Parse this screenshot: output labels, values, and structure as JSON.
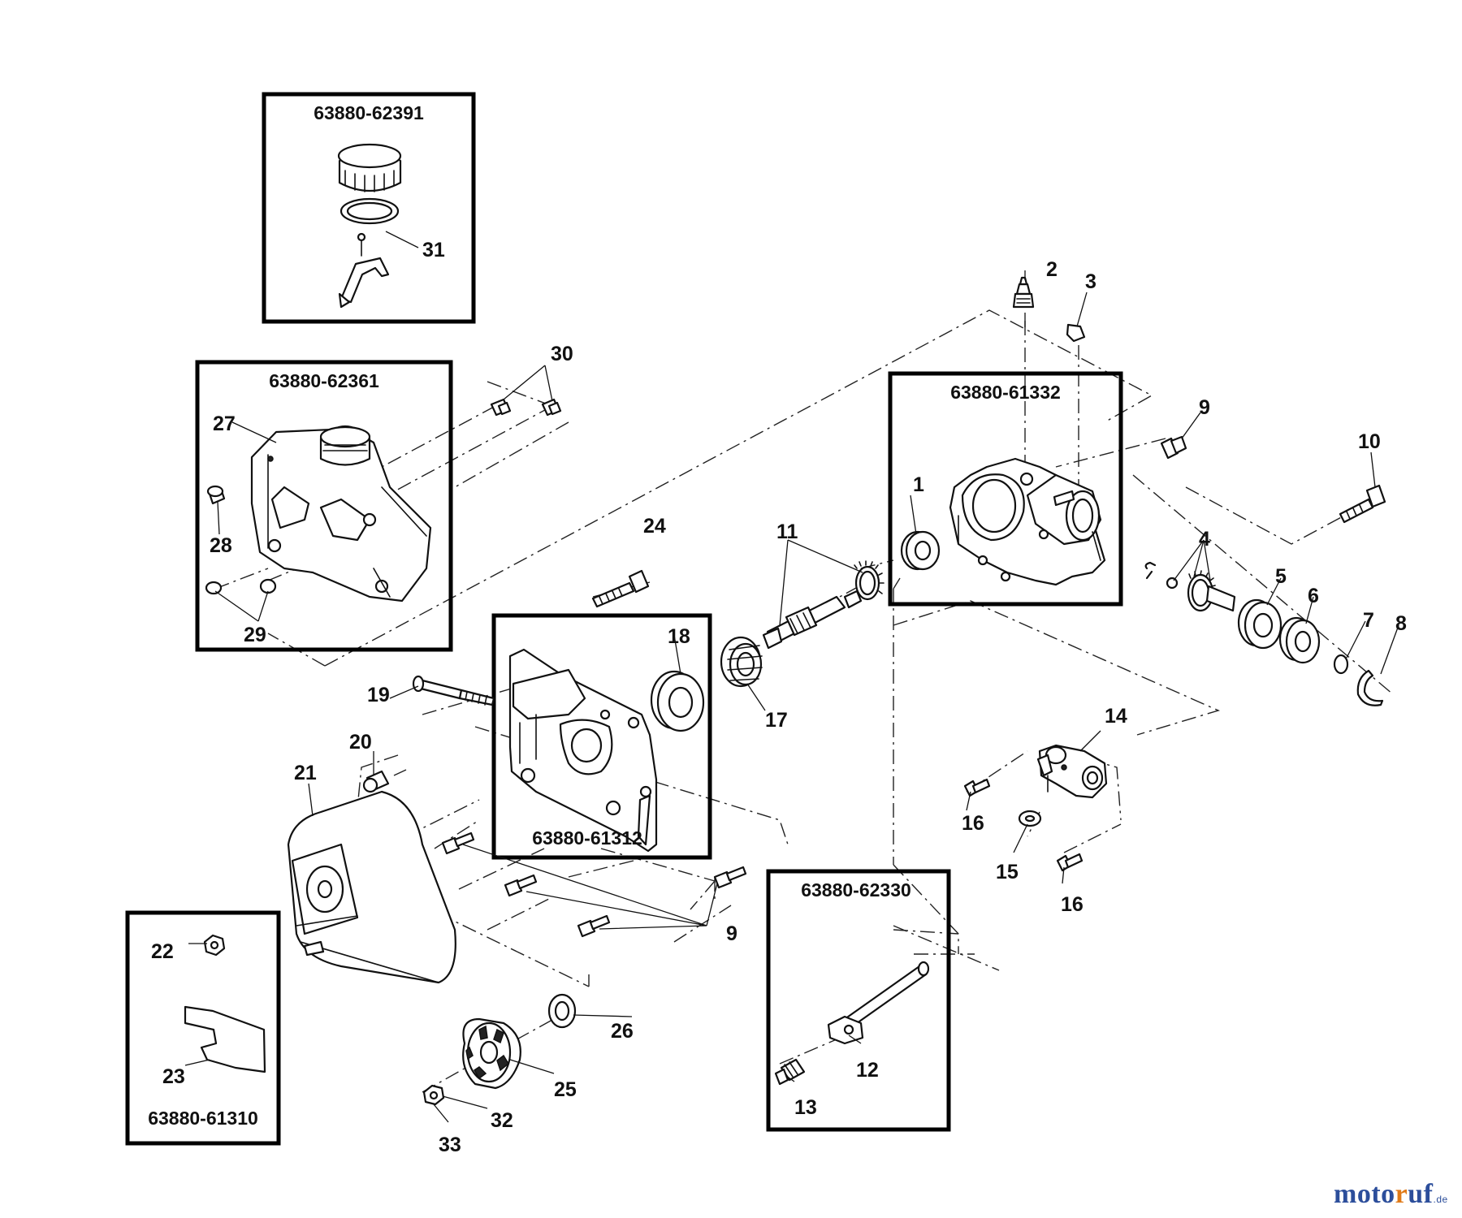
{
  "kits": [
    {
      "id": "kit-62391",
      "code": "63880-62391"
    },
    {
      "id": "kit-62361",
      "code": "63880-62361"
    },
    {
      "id": "kit-61332",
      "code": "63880-61332"
    },
    {
      "id": "kit-61312",
      "code": "63880-61312"
    },
    {
      "id": "kit-62330",
      "code": "63880-62330"
    },
    {
      "id": "kit-61310",
      "code": "63880-61310"
    }
  ],
  "callouts": [
    {
      "id": "c1",
      "num": "1"
    },
    {
      "id": "c2",
      "num": "2"
    },
    {
      "id": "c3",
      "num": "3"
    },
    {
      "id": "c4",
      "num": "4"
    },
    {
      "id": "c5",
      "num": "5"
    },
    {
      "id": "c6",
      "num": "6"
    },
    {
      "id": "c7",
      "num": "7"
    },
    {
      "id": "c8",
      "num": "8"
    },
    {
      "id": "c9a",
      "num": "9"
    },
    {
      "id": "c9b",
      "num": "9"
    },
    {
      "id": "c10",
      "num": "10"
    },
    {
      "id": "c11",
      "num": "11"
    },
    {
      "id": "c12",
      "num": "12"
    },
    {
      "id": "c13",
      "num": "13"
    },
    {
      "id": "c14",
      "num": "14"
    },
    {
      "id": "c15",
      "num": "15"
    },
    {
      "id": "c16a",
      "num": "16"
    },
    {
      "id": "c16b",
      "num": "16"
    },
    {
      "id": "c17",
      "num": "17"
    },
    {
      "id": "c18",
      "num": "18"
    },
    {
      "id": "c19",
      "num": "19"
    },
    {
      "id": "c20",
      "num": "20"
    },
    {
      "id": "c21",
      "num": "21"
    },
    {
      "id": "c22",
      "num": "22"
    },
    {
      "id": "c23",
      "num": "23"
    },
    {
      "id": "c24",
      "num": "24"
    },
    {
      "id": "c25",
      "num": "25"
    },
    {
      "id": "c26",
      "num": "26"
    },
    {
      "id": "c27",
      "num": "27"
    },
    {
      "id": "c28",
      "num": "28"
    },
    {
      "id": "c29",
      "num": "29"
    },
    {
      "id": "c30",
      "num": "30"
    },
    {
      "id": "c31",
      "num": "31"
    },
    {
      "id": "c32",
      "num": "32"
    },
    {
      "id": "c33",
      "num": "33"
    }
  ],
  "watermark": {
    "part1": "moto",
    "part2": "r",
    "part3": "uf",
    "suffix": ".de"
  }
}
